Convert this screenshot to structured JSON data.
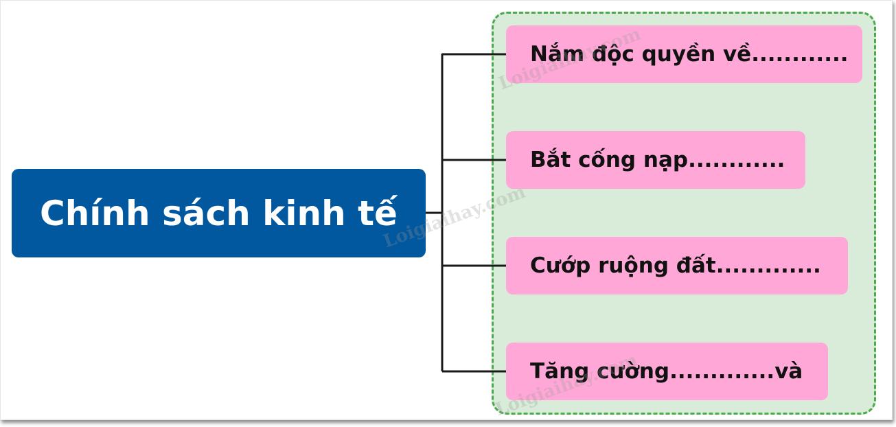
{
  "colors": {
    "root_fill": "#02589f",
    "group_fill": "#d9ecd9",
    "group_border": "#4caa4c",
    "leaf_fill": "#ffa8d7",
    "connector": "#1a1a1a"
  },
  "root": {
    "label": "Chính sách kinh tế"
  },
  "branches": [
    {
      "label": "Nắm độc quyền về............"
    },
    {
      "label": "Bắt cống nạp............"
    },
    {
      "label": "Cướp ruộng đất............."
    },
    {
      "label": "Tăng cường.............và"
    }
  ],
  "watermark": {
    "text_1": "Loigiaihay.com",
    "text_2": "Loigiaihay.com",
    "text_3": "Loigiaihay.com"
  }
}
